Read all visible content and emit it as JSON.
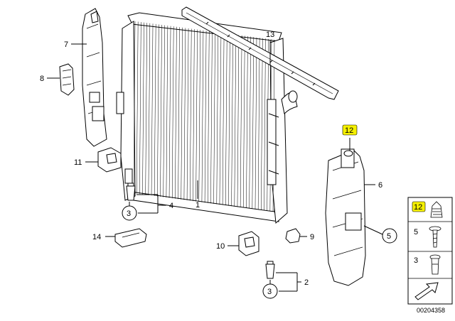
{
  "callouts": {
    "c1": "1",
    "c2": "2",
    "c3a": "3",
    "c3b": "3",
    "c4": "4",
    "c5": "5",
    "c6": "6",
    "c7": "7",
    "c8": "8",
    "c9": "9",
    "c10": "10",
    "c11": "11",
    "c12": "12",
    "c13": "13",
    "c14": "14"
  },
  "legend": {
    "item12": "12",
    "item5": "5",
    "item3": "3"
  },
  "diagram_id": "00204358",
  "colors": {
    "highlight": "#f5f000",
    "line": "#000000"
  }
}
